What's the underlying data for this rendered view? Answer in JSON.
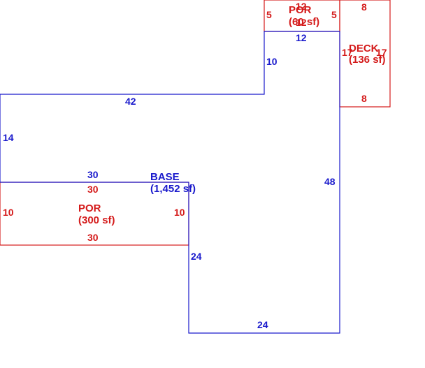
{
  "colors": {
    "base": "#1a1acc",
    "addition": "#d41a1a"
  },
  "areas": {
    "base": {
      "name": "BASE",
      "area": "(1,452 sf)"
    },
    "por_left": {
      "name": "POR",
      "area": "(300 sf)"
    },
    "por_top": {
      "name": "POR",
      "area": "(60 sf)"
    },
    "deck": {
      "name": "DECK",
      "area": "(136 sf)"
    }
  },
  "dimensions": {
    "base_top_42": "42",
    "base_left_14": "14",
    "base_step_30": "30",
    "base_bottom_24": "24",
    "base_inner_24": "24",
    "base_right_48": "48",
    "base_notch_10": "10",
    "base_notch_12": "12",
    "por_left_top": "30",
    "por_left_bottom": "30",
    "por_left_left": "10",
    "por_left_right": "10",
    "por_top_top": "12",
    "por_top_bottom": "12",
    "por_top_left": "5",
    "por_top_right": "5",
    "deck_top": "8",
    "deck_bottom": "8",
    "deck_left": "17",
    "deck_right": "17"
  }
}
